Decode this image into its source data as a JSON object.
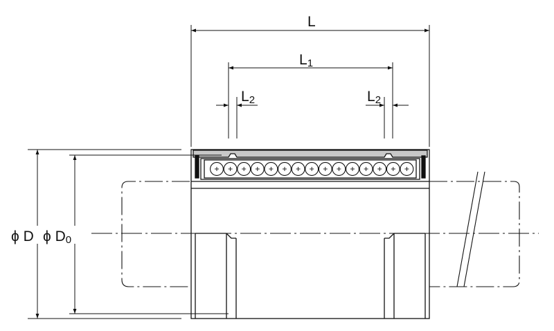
{
  "diagram": {
    "labels": {
      "overall_length": {
        "main": "L",
        "sub": ""
      },
      "retainer_length": {
        "main": "L",
        "sub": "1"
      },
      "groove_left": {
        "main": "L",
        "sub": "2"
      },
      "groove_right": {
        "main": "L",
        "sub": "2"
      },
      "outer_diameter": {
        "main": "ϕ D",
        "sub": ""
      },
      "groove_diameter": {
        "main": "ϕ D",
        "sub": "0"
      }
    },
    "colors": {
      "line": "#111111",
      "sleeve_fill": "#c8c8c8",
      "background": "#ffffff"
    }
  }
}
